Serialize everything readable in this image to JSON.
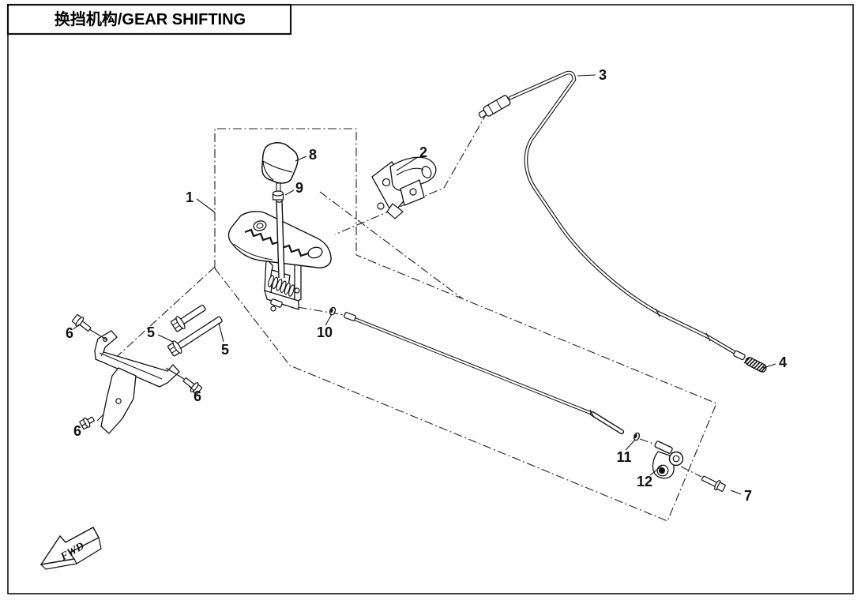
{
  "title": {
    "text": "换挡机构/GEAR SHIFTING"
  },
  "fwd_marker": {
    "text": "FWD"
  },
  "colors": {
    "line": "#111111",
    "background": "#ffffff"
  },
  "diagram_type": "exploded-parts-diagram",
  "callouts": {
    "part1": "1",
    "part2": "2",
    "part3": "3",
    "part4": "4",
    "part5a": "5",
    "part5b": "5",
    "part6a": "6",
    "part6b": "6",
    "part6c": "6",
    "part7": "7",
    "part8": "8",
    "part9": "9",
    "part10": "10",
    "part11": "11",
    "part12": "12"
  }
}
